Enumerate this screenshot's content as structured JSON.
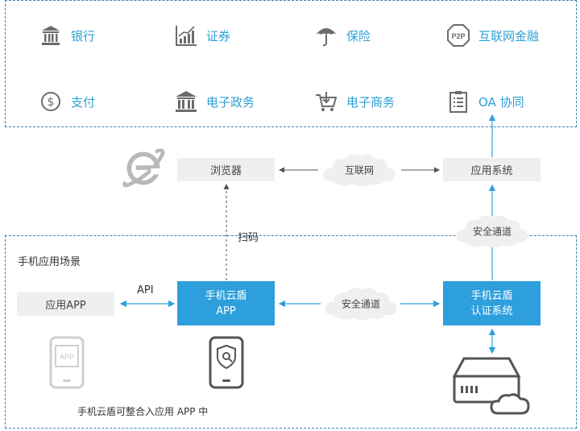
{
  "industries": [
    {
      "label": "银行",
      "icon": "bank-building-icon"
    },
    {
      "label": "证券",
      "icon": "stock-chart-icon"
    },
    {
      "label": "保险",
      "icon": "umbrella-icon"
    },
    {
      "label": "互联网金融",
      "icon": "p2p-badge-icon"
    },
    {
      "label": "支付",
      "icon": "dollar-coin-icon"
    },
    {
      "label": "电子政务",
      "icon": "government-building-icon"
    },
    {
      "label": "电子商务",
      "icon": "shopping-cart-icon"
    },
    {
      "label": "OA 协同",
      "icon": "clipboard-icon"
    }
  ],
  "p2p_badge_text": "P2P",
  "browser": "浏览器",
  "internet": "互联网",
  "app_system": "应用系统",
  "secure_channel": "安全通道",
  "scan": "扫码",
  "scenario_title": "手机应用场景",
  "app_box": "应用APP",
  "api": "API",
  "shield_app_line1": "手机云盾",
  "shield_app_line2": "APP",
  "auth_system_line1": "手机云盾",
  "auth_system_line2": "认证系统",
  "phone_app_screen": "APP",
  "caption": "手机云盾可整合入应用 APP 中",
  "colors": {
    "accent": "#2d9fdc",
    "icon_gray": "#6b6b6b",
    "dashed_border": "#3c7fb5",
    "box_gray": "#efefef"
  }
}
